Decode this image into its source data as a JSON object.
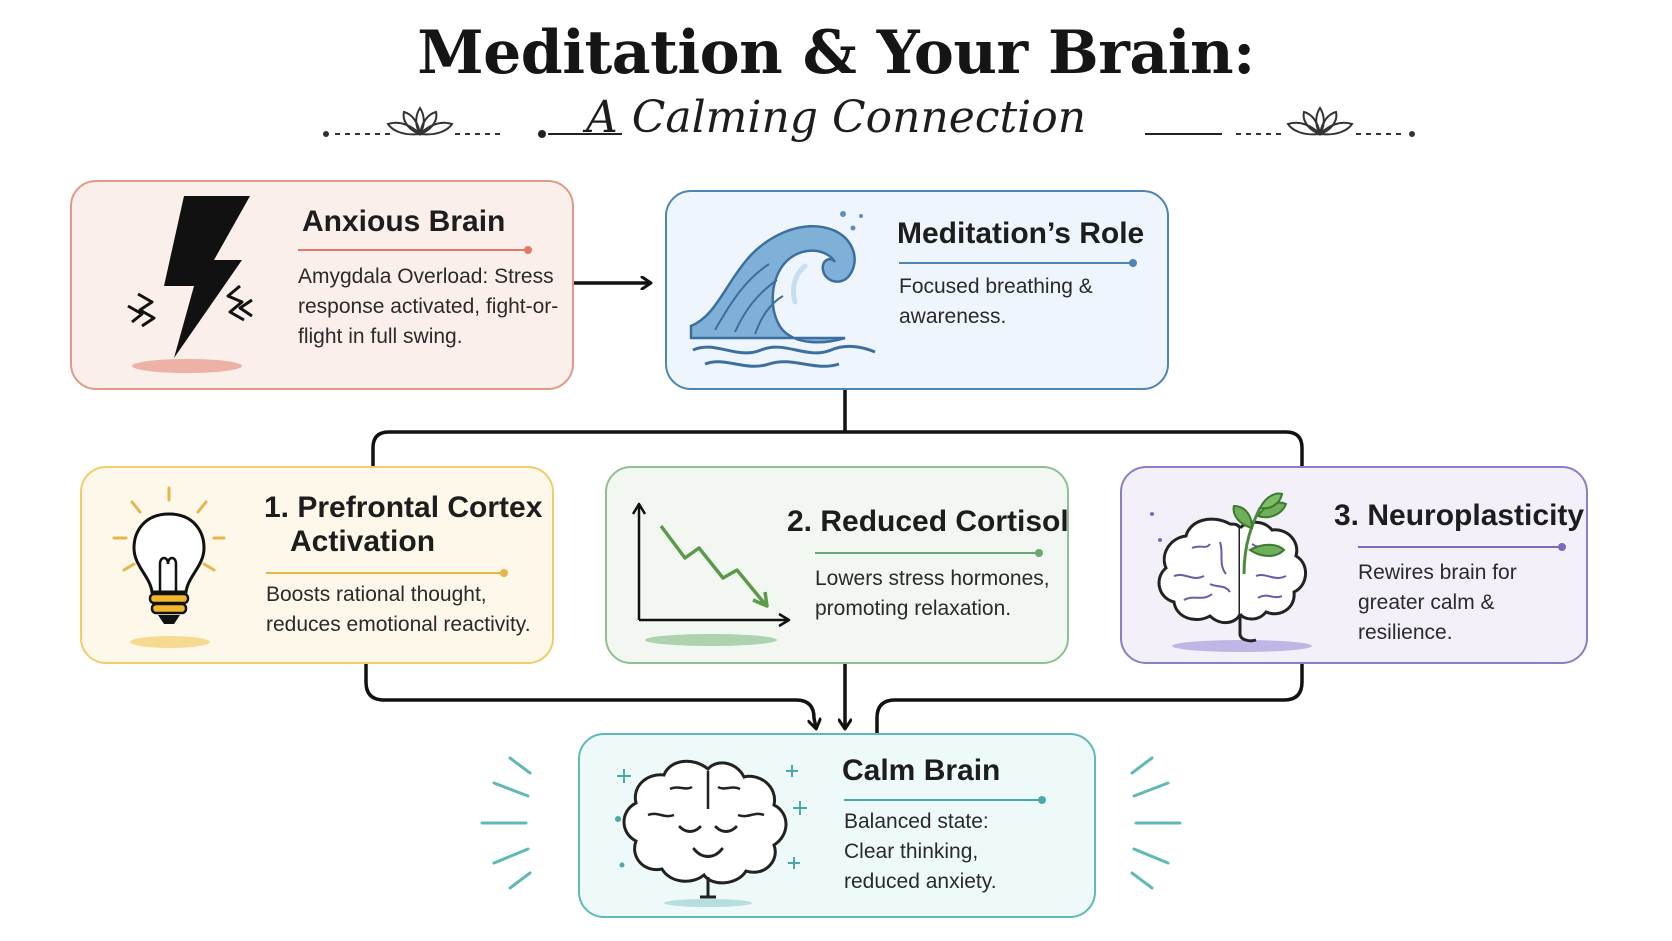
{
  "header": {
    "title": "Meditation & Your Brain:",
    "subtitle": "A Calming Connection"
  },
  "cards": {
    "anxious": {
      "title": "Anxious Brain",
      "body": "Amygdala Overload: Stress response activated, fight-or-flight in full swing.",
      "accent": "#e07b67",
      "icon": "lightning-bolt-icon"
    },
    "role": {
      "title": "Meditation’s Role",
      "body": "Focused breathing & awareness.",
      "accent": "#4f85b3",
      "icon": "wave-icon"
    },
    "pfc": {
      "title_line1": "1. Prefrontal Cortex",
      "title_line2": "Activation",
      "body": "Boosts rational thought, reduces emotional reactivity.",
      "accent": "#e8b54a",
      "icon": "lightbulb-icon"
    },
    "cortisol": {
      "title": "2. Reduced Cortisol",
      "body": "Lowers stress hormones, promoting relaxation.",
      "accent": "#6aa86f",
      "icon": "declining-chart-icon"
    },
    "neuro": {
      "title": "3. Neuroplasticity",
      "body": "Rewires brain for greater calm & resilience.",
      "accent": "#7b6bb8",
      "icon": "brain-sprout-icon"
    },
    "calm": {
      "title": "Calm Brain",
      "body": "Balanced state: Clear thinking, reduced anxiety.",
      "accent": "#4aa9a6",
      "icon": "smiling-brain-icon"
    }
  },
  "colors": {
    "connector": "#111111",
    "lotus": "#333333"
  }
}
